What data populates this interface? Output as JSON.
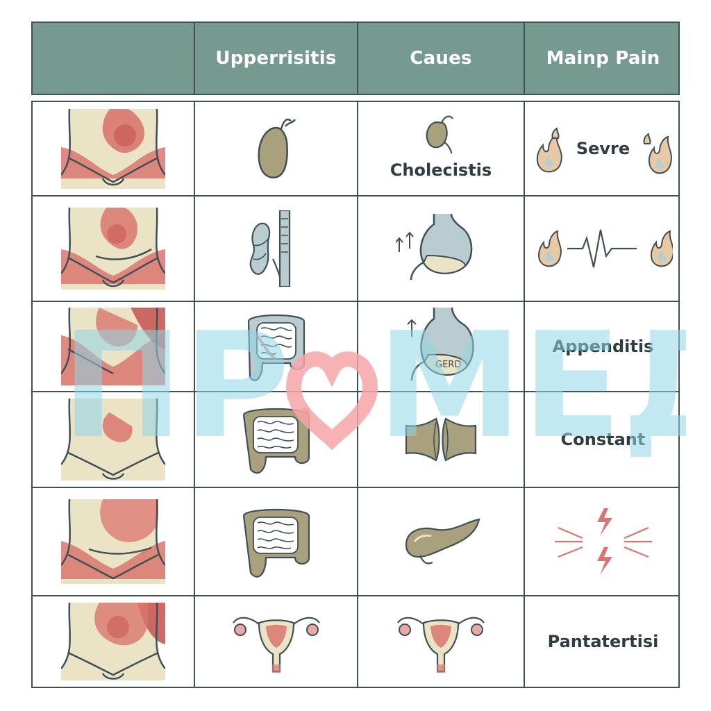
{
  "header": {
    "col_blank": "",
    "col_upper": "Upperrisitis",
    "col_causes": "Caues",
    "col_main": "Mainp Pain"
  },
  "rows": [
    {
      "cause_label": "Cholecistis",
      "pain_label": "Sevre"
    },
    {
      "cause_label": "",
      "pain_label": ""
    },
    {
      "cause_label": "",
      "pain_label": "Appenditis",
      "gerd_text": "GERD"
    },
    {
      "cause_label": "",
      "pain_label": "Constant"
    },
    {
      "cause_label": "",
      "pain_label": ""
    },
    {
      "cause_label": "",
      "pain_label": "Pantatertisi"
    }
  ],
  "watermark": {
    "text_left": "ПР",
    "text_right": "МЕД"
  },
  "colors": {
    "header_bg": "#779a90",
    "grid_line": "#3f4f55",
    "skin": "#ebe3c6",
    "pain_red": "#d9756e",
    "organ_olive": "#a9a17d",
    "organ_blue": "#b9ccd0",
    "watermark_cyan": "#8fd6e6",
    "watermark_heart": "#f6a4a8"
  }
}
